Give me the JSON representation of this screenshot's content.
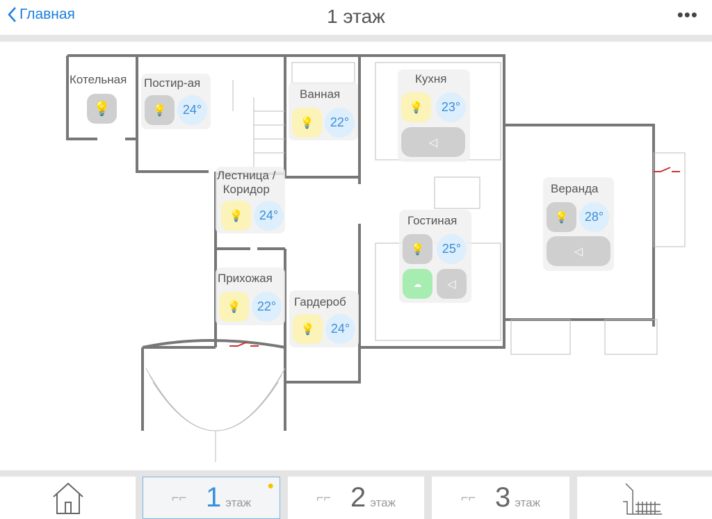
{
  "header": {
    "back_label": "Главная",
    "title": "1 этаж",
    "more_label": "•••"
  },
  "rooms": [
    {
      "name": "Котельная",
      "light": "off"
    },
    {
      "name": "Постир-ая",
      "light": "off",
      "temp": "24°"
    },
    {
      "name": "Ванная",
      "light": "on",
      "temp": "22°"
    },
    {
      "name": "Кухня",
      "light": "on",
      "temp": "23°",
      "curtain": true
    },
    {
      "name_line1": "Лестница /",
      "name_line2": "Коридор",
      "light": "on",
      "temp": "24°"
    },
    {
      "name": "Гостиная",
      "light": "off",
      "temp": "25°",
      "co2": true,
      "curtain": true
    },
    {
      "name": "Веранда",
      "light": "off",
      "temp": "28°",
      "curtain": true
    },
    {
      "name": "Прихожая",
      "light": "on",
      "temp": "22°"
    },
    {
      "name": "Гардероб",
      "light": "on",
      "temp": "24°"
    }
  ],
  "bottom": {
    "floors": [
      {
        "num": "1",
        "word": "этаж",
        "active": true
      },
      {
        "num": "2",
        "word": "этаж"
      },
      {
        "num": "3",
        "word": "этаж"
      }
    ]
  },
  "colors": {
    "accent": "#1a7ee0",
    "light_on": "#f5c400",
    "wall": "#777777"
  }
}
